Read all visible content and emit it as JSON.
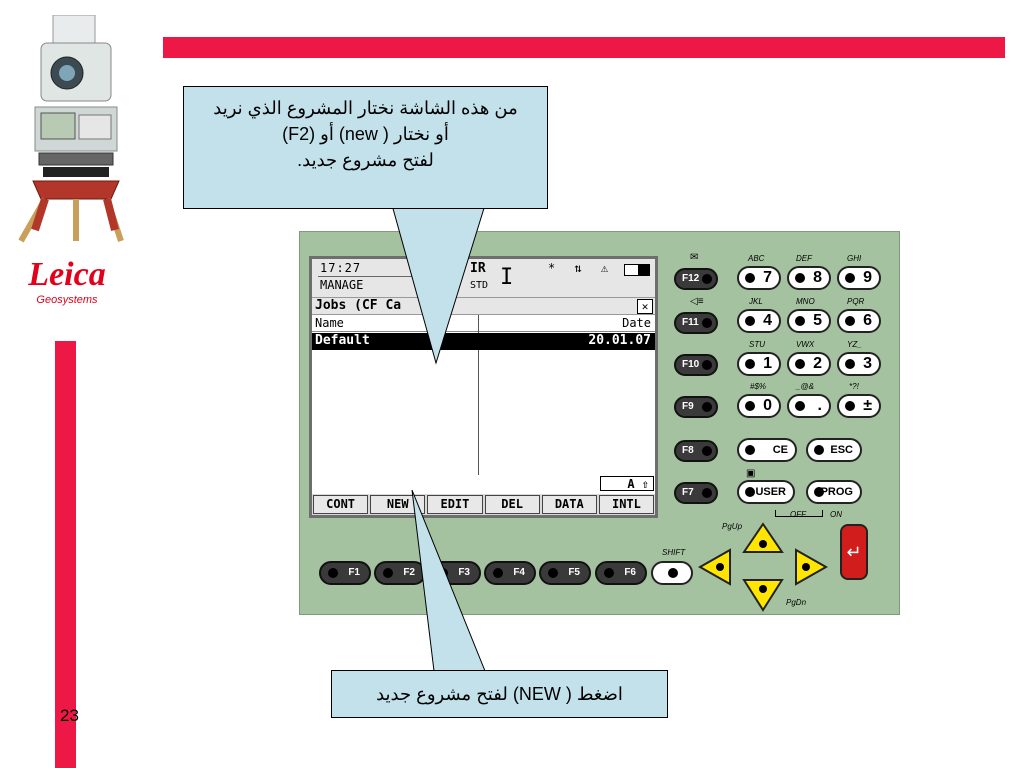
{
  "slide": {
    "page_number": "23",
    "logo_text": "Leica",
    "logo_subtext": "Geosystems",
    "accent_color": "#ee1846"
  },
  "callouts": {
    "top_lines": [
      "من هذه الشاشة نختار المشروع الذي نريد",
      "أو نختار ( new) أو (F2)",
      "لفتح مشروع جديد."
    ],
    "bottom": "اضغط ( NEW) لفتح مشروع جديد"
  },
  "screen": {
    "time": "17:27",
    "mode": "MANAGE",
    "ir": "IR",
    "std": "STD",
    "cursor": "I",
    "icons": "* ⇅ ⚠",
    "title": "Jobs (CF Ca",
    "close": "✕",
    "columns": {
      "name": "Name",
      "date": "Date"
    },
    "rows": [
      {
        "name": "Default",
        "date": "20.01.07"
      }
    ],
    "mode_indicator": "A ⇧",
    "softkeys": [
      "CONT",
      "NEW",
      "EDIT",
      "DEL",
      "DATA",
      "INTL"
    ]
  },
  "keypad": {
    "fkeys_side": [
      "F12",
      "F11",
      "F10",
      "F9",
      "F8",
      "F7"
    ],
    "num_keys": [
      {
        "label": "ABC",
        "key": "7"
      },
      {
        "label": "DEF",
        "key": "8"
      },
      {
        "label": "GHI",
        "key": "9"
      },
      {
        "label": "JKL",
        "key": "4"
      },
      {
        "label": "MNO",
        "key": "5"
      },
      {
        "label": "PQR",
        "key": "6"
      },
      {
        "label": "STU",
        "key": "1"
      },
      {
        "label": "VWX",
        "key": "2"
      },
      {
        "label": "YZ_",
        "key": "3"
      },
      {
        "label": "#$%",
        "key": "0"
      },
      {
        "label": "_@&",
        "key": "."
      },
      {
        "label": "*?!",
        "key": "±"
      }
    ],
    "ce": "CE",
    "esc": "ESC",
    "user": "USER",
    "prog": "PROG",
    "off_label": "OFF",
    "on_label": "ON",
    "bottom_fkeys": [
      "F1",
      "F2",
      "F3",
      "F4",
      "F5",
      "F6"
    ],
    "shift_label": "SHIFT",
    "pgup_label": "PgUp",
    "pgdn_label": "PgDn"
  }
}
